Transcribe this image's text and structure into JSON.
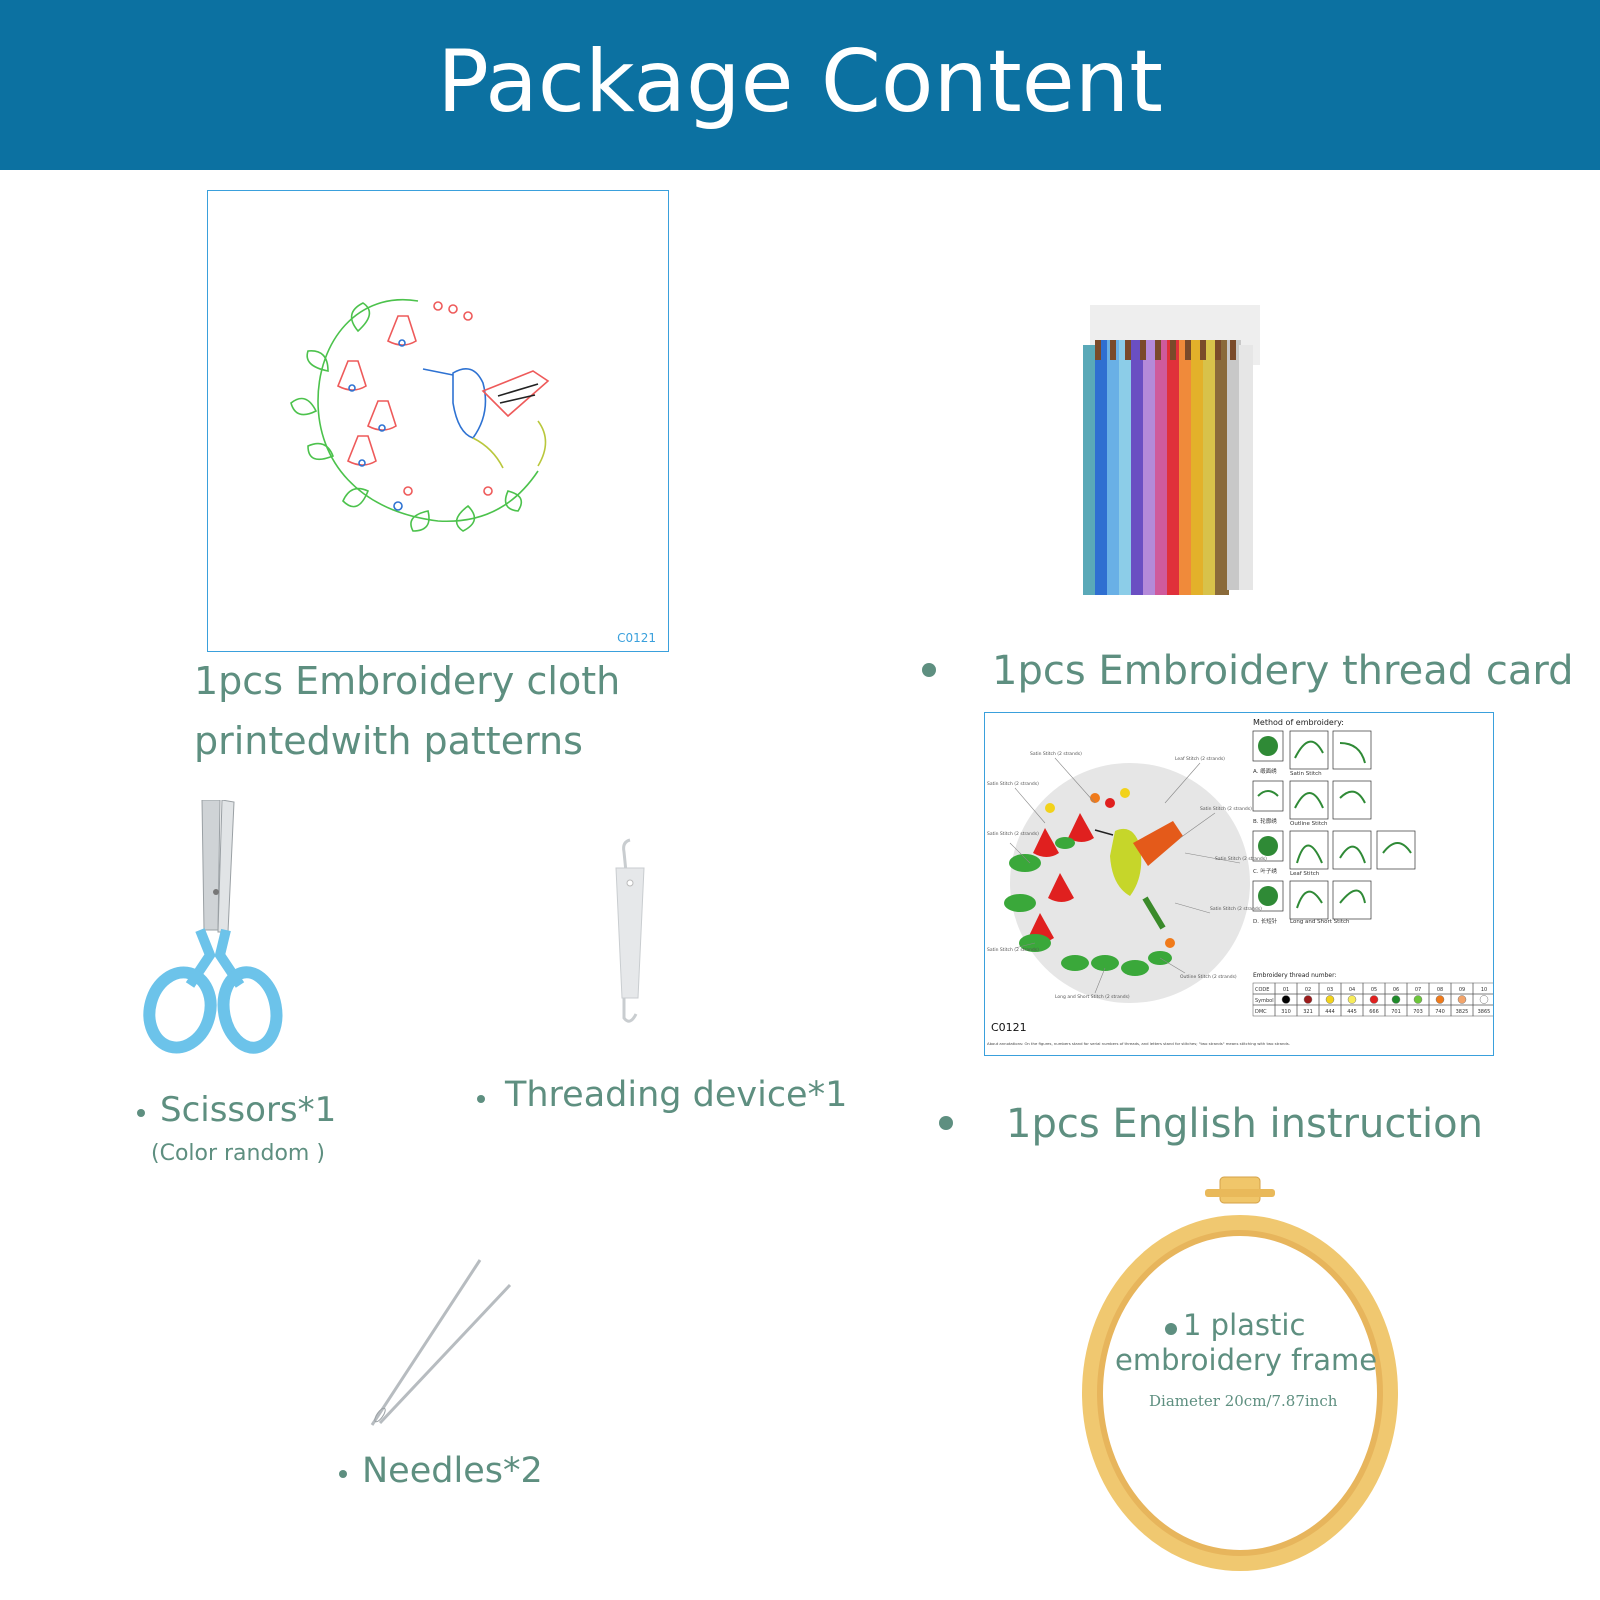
{
  "header": {
    "title": "Package Content"
  },
  "cloth": {
    "label_line1": "1pcs Embroidery cloth",
    "label_line2": "printedwith patterns",
    "code": "C0121"
  },
  "thread_card": {
    "label": "1pcs Embroidery thread card"
  },
  "instruction": {
    "label": "1pcs English instruction",
    "method_title": "Method of embroidery:",
    "stitches": [
      "A. 缎面绣",
      "Satin Stitch",
      "B. 轮廓绣",
      "Outline Stitch",
      "C. 叶子绣",
      "Leaf Stitch",
      "D. 长短针",
      "Long and Short Stitch"
    ],
    "thread_title": "Embroidery thread number:",
    "row_labels": [
      "CODE",
      "Symbol",
      "DMC"
    ],
    "codes": [
      "01",
      "02",
      "03",
      "04",
      "05",
      "06",
      "07",
      "08",
      "09",
      "10"
    ],
    "dmc": [
      "310",
      "321",
      "444",
      "445",
      "666",
      "701",
      "703",
      "740",
      "3825",
      "3865"
    ],
    "symbol_colors": [
      "#000000",
      "#9b1b1b",
      "#f2d21a",
      "#f7ec5a",
      "#e0201f",
      "#1f8a2a",
      "#6cc63a",
      "#f07a1a",
      "#f3a46a",
      "#ffffff"
    ],
    "code": "C0121",
    "footnote": "About annotations: On the figures, numbers stand for serial numbers of threads, and letters stand for stitches; \"two strands\" means stitching with two strands."
  },
  "scissors": {
    "label": "Scissors*1",
    "sublabel": "(Color random )"
  },
  "threader": {
    "label": "Threading device*1"
  },
  "needles": {
    "label": "Needles*2"
  },
  "hoop": {
    "label_line1": "1 plastic",
    "label_line2": "embroidery frame",
    "sublabel": "Diameter 20cm/7.87inch"
  },
  "colors": {
    "header_bg": "#0c71a1",
    "label_text": "#5e8f80",
    "border_blue": "#3aa0dc"
  }
}
